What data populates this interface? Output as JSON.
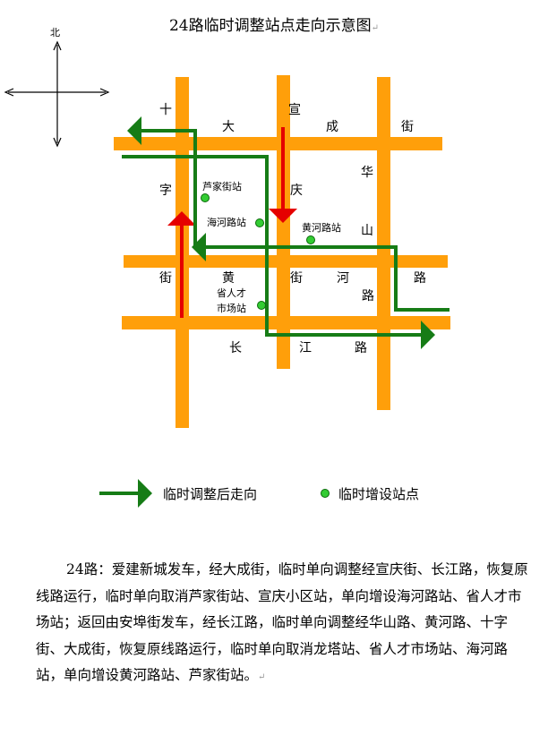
{
  "title": "24路临时调整站点走向示意图",
  "compass": {
    "north": "北"
  },
  "colors": {
    "road": "#FF9F0A",
    "route": "#167C16",
    "arrow_red": "#E50000",
    "station": "#33CC33",
    "station_stroke": "#0A6A0A"
  },
  "roads": {
    "dacheng": [
      "大",
      "成",
      "街"
    ],
    "shizi": [
      "十",
      "字",
      "街"
    ],
    "xuanqing": [
      "宣",
      "庆"
    ],
    "huashan": [
      "华",
      "山"
    ],
    "huanghe": [
      "黄",
      "河",
      "路"
    ],
    "lu_right": [
      "路",
      "路"
    ],
    "changjiang": [
      "长",
      "江",
      "路"
    ]
  },
  "stations": {
    "lujia": "芦家街站",
    "haihe": "海河路站",
    "huanghe": "黄河路站",
    "shengrencai_1": "省人才",
    "shengrencai_2": "市场站"
  },
  "legend": {
    "route": "临时调整后走向",
    "station": "临时增设站点"
  },
  "description": "24路：爱建新城发车，经大成街，临时单向调整经宣庆街、长江路，恢复原线路运行，临时单向取消芦家街站、宣庆小区站，单向增设海河路站、省人才市场站；返回由安埠街发车，经长江路，临时单向调整经华山路、黄河路、十字街、大成街，恢复原线路运行，临时单向取消龙塔站、省人才市场站、海河路站，单向增设黄河路站、芦家街站。"
}
